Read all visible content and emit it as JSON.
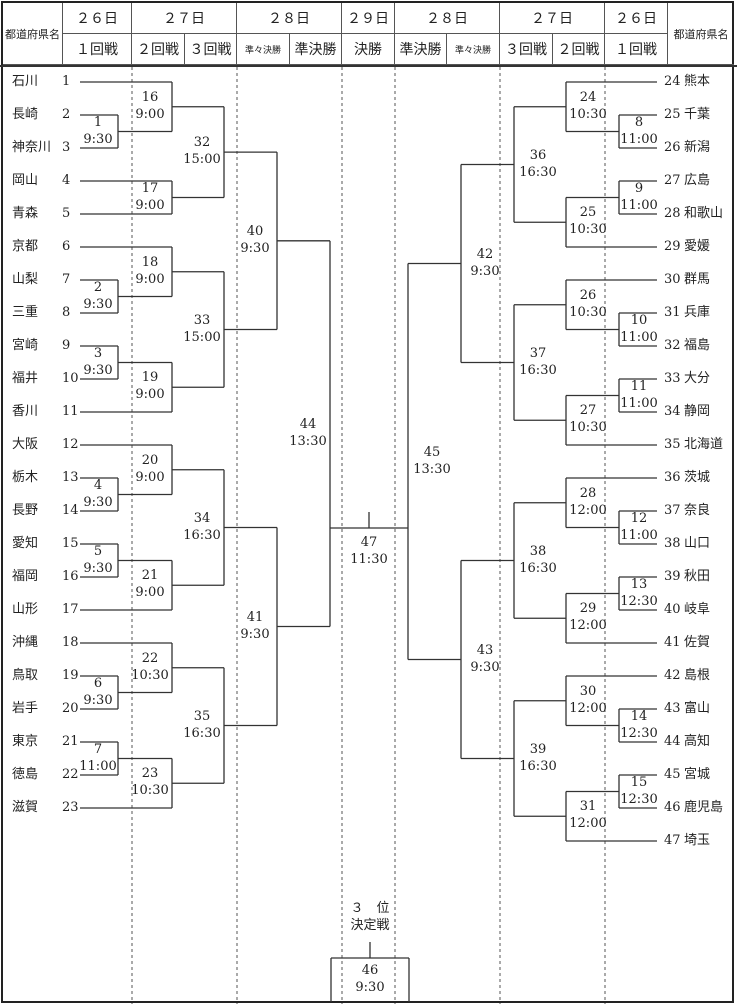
{
  "header": {
    "prefecture_label": "都道府県名",
    "days_left": [
      "２６日",
      "２７日",
      "２８日"
    ],
    "final_day": "２９日",
    "days_right": [
      "２８日",
      "２７日",
      "２６日"
    ],
    "rounds_left": [
      "１回戦",
      "２回戦",
      "３回戦",
      "準々決勝",
      "準決勝"
    ],
    "final_round": "決勝",
    "rounds_right": [
      "準決勝",
      "準々決勝",
      "３回戦",
      "２回戦",
      "１回戦"
    ]
  },
  "left_teams": [
    {
      "name": "石川",
      "seed": "1"
    },
    {
      "name": "長崎",
      "seed": "2"
    },
    {
      "name": "神奈川",
      "seed": "3"
    },
    {
      "name": "岡山",
      "seed": "4"
    },
    {
      "name": "青森",
      "seed": "5"
    },
    {
      "name": "京都",
      "seed": "6"
    },
    {
      "name": "山梨",
      "seed": "7"
    },
    {
      "name": "三重",
      "seed": "8"
    },
    {
      "name": "宮崎",
      "seed": "9"
    },
    {
      "name": "福井",
      "seed": "10"
    },
    {
      "name": "香川",
      "seed": "11"
    },
    {
      "name": "大阪",
      "seed": "12"
    },
    {
      "name": "栃木",
      "seed": "13"
    },
    {
      "name": "長野",
      "seed": "14"
    },
    {
      "name": "愛知",
      "seed": "15"
    },
    {
      "name": "福岡",
      "seed": "16"
    },
    {
      "name": "山形",
      "seed": "17"
    },
    {
      "name": "沖縄",
      "seed": "18"
    },
    {
      "name": "鳥取",
      "seed": "19"
    },
    {
      "name": "岩手",
      "seed": "20"
    },
    {
      "name": "東京",
      "seed": "21"
    },
    {
      "name": "徳島",
      "seed": "22"
    },
    {
      "name": "滋賀",
      "seed": "23"
    }
  ],
  "right_teams": [
    {
      "name": "熊本",
      "seed": "24"
    },
    {
      "name": "千葉",
      "seed": "25"
    },
    {
      "name": "新潟",
      "seed": "26"
    },
    {
      "name": "広島",
      "seed": "27"
    },
    {
      "name": "和歌山",
      "seed": "28"
    },
    {
      "name": "愛媛",
      "seed": "29"
    },
    {
      "name": "群馬",
      "seed": "30"
    },
    {
      "name": "兵庫",
      "seed": "31"
    },
    {
      "name": "福島",
      "seed": "32"
    },
    {
      "name": "大分",
      "seed": "33"
    },
    {
      "name": "静岡",
      "seed": "34"
    },
    {
      "name": "北海道",
      "seed": "35"
    },
    {
      "name": "茨城",
      "seed": "36"
    },
    {
      "name": "奈良",
      "seed": "37"
    },
    {
      "name": "山口",
      "seed": "38"
    },
    {
      "name": "秋田",
      "seed": "39"
    },
    {
      "name": "岐阜",
      "seed": "40"
    },
    {
      "name": "佐賀",
      "seed": "41"
    },
    {
      "name": "島根",
      "seed": "42"
    },
    {
      "name": "富山",
      "seed": "43"
    },
    {
      "name": "高知",
      "seed": "44"
    },
    {
      "name": "宮城",
      "seed": "45"
    },
    {
      "name": "鹿児島",
      "seed": "46"
    },
    {
      "name": "埼玉",
      "seed": "47"
    }
  ],
  "matches": [
    {
      "no": "1",
      "time": "9:30"
    },
    {
      "no": "2",
      "time": "9:30"
    },
    {
      "no": "3",
      "time": "9:30"
    },
    {
      "no": "4",
      "time": "9:30"
    },
    {
      "no": "5",
      "time": "9:30"
    },
    {
      "no": "6",
      "time": "9:30"
    },
    {
      "no": "7",
      "time": "11:00"
    },
    {
      "no": "8",
      "time": "11:00"
    },
    {
      "no": "9",
      "time": "11:00"
    },
    {
      "no": "10",
      "time": "11:00"
    },
    {
      "no": "11",
      "time": "11:00"
    },
    {
      "no": "12",
      "time": "11:00"
    },
    {
      "no": "13",
      "time": "12:30"
    },
    {
      "no": "14",
      "time": "12:30"
    },
    {
      "no": "15",
      "time": "12:30"
    },
    {
      "no": "16",
      "time": "9:00"
    },
    {
      "no": "17",
      "time": "9:00"
    },
    {
      "no": "18",
      "time": "9:00"
    },
    {
      "no": "19",
      "time": "9:00"
    },
    {
      "no": "20",
      "time": "9:00"
    },
    {
      "no": "21",
      "time": "9:00"
    },
    {
      "no": "22",
      "time": "10:30"
    },
    {
      "no": "23",
      "time": "10:30"
    },
    {
      "no": "24",
      "time": "10:30"
    },
    {
      "no": "25",
      "time": "10:30"
    },
    {
      "no": "26",
      "time": "10:30"
    },
    {
      "no": "27",
      "time": "10:30"
    },
    {
      "no": "28",
      "time": "12:00"
    },
    {
      "no": "29",
      "time": "12:00"
    },
    {
      "no": "30",
      "time": "12:00"
    },
    {
      "no": "31",
      "time": "12:00"
    },
    {
      "no": "32",
      "time": "15:00"
    },
    {
      "no": "33",
      "time": "15:00"
    },
    {
      "no": "34",
      "time": "16:30"
    },
    {
      "no": "35",
      "time": "16:30"
    },
    {
      "no": "36",
      "time": "16:30"
    },
    {
      "no": "37",
      "time": "16:30"
    },
    {
      "no": "38",
      "time": "16:30"
    },
    {
      "no": "39",
      "time": "16:30"
    },
    {
      "no": "40",
      "time": "9:30"
    },
    {
      "no": "41",
      "time": "9:30"
    },
    {
      "no": "42",
      "time": "9:30"
    },
    {
      "no": "43",
      "time": "9:30"
    },
    {
      "no": "44",
      "time": "13:30"
    },
    {
      "no": "45",
      "time": "13:30"
    },
    {
      "no": "46",
      "time": "9:30"
    },
    {
      "no": "47",
      "time": "11:30"
    }
  ],
  "third_place": {
    "line1": "３　位",
    "line2": "決定戦"
  }
}
